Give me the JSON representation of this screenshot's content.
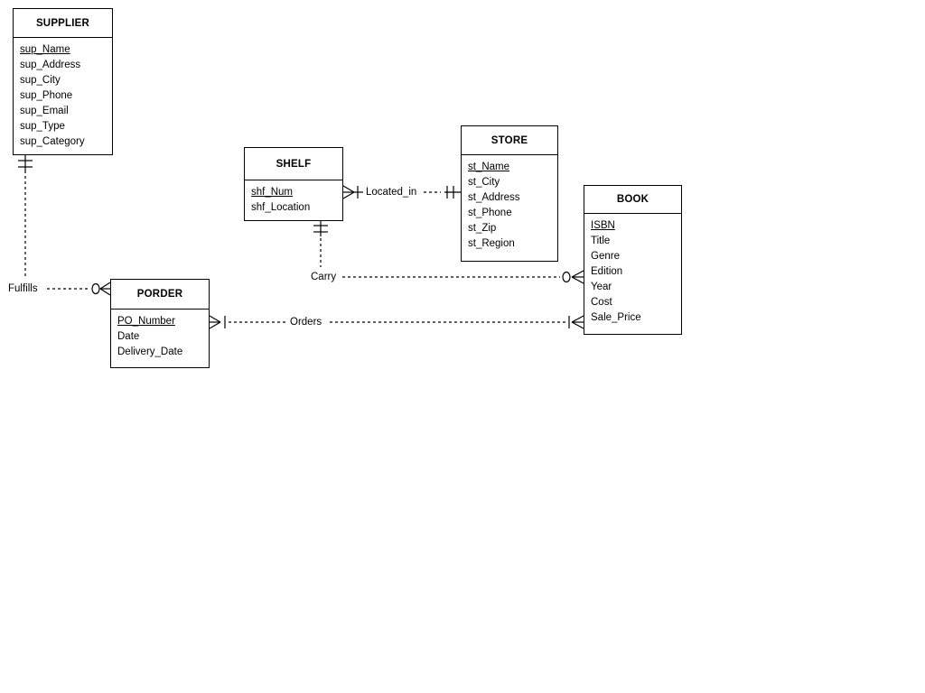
{
  "canvas": {
    "background_color": "#ffffff",
    "line_color": "#000000",
    "text_color": "#000000"
  },
  "entities": [
    {
      "name": "SUPPLIER",
      "primary_key": "sup_Name",
      "attributes": [
        "sup_Name",
        "sup_Address",
        "sup_City",
        "sup_Phone",
        "sup_Email",
        "sup_Type",
        "sup_Category"
      ]
    },
    {
      "name": "SHELF",
      "primary_key": "shf_Num",
      "attributes": [
        "shf_Num",
        "shf_Location"
      ],
      "corner_marks": true
    },
    {
      "name": "STORE",
      "primary_key": "st_Name",
      "attributes": [
        "st_Name",
        "st_City",
        "st_Address",
        "st_Phone",
        "st_Zip",
        "st_Region"
      ]
    },
    {
      "name": "BOOK",
      "primary_key": "ISBN",
      "attributes": [
        "ISBN",
        "Title",
        "Genre",
        "Edition",
        "Year",
        "Cost",
        "Sale_Price"
      ]
    },
    {
      "name": "PORDER",
      "primary_key": "PO_Number",
      "attributes": [
        "PO_Number",
        "Date",
        "Delivery_Date"
      ]
    }
  ],
  "relationships": [
    {
      "label": "Fulfills",
      "from": "SUPPLIER",
      "to": "PORDER",
      "from_cardinality": "one-and-only-one",
      "to_cardinality": "zero-or-many",
      "line_style": "dashed"
    },
    {
      "label": "Located_in",
      "from": "SHELF",
      "to": "STORE",
      "from_cardinality": "one-or-many",
      "to_cardinality": "one-and-only-one",
      "line_style": "dashed"
    },
    {
      "label": "Carry",
      "from": "SHELF",
      "to": "BOOK",
      "from_cardinality": "one-and-only-one",
      "to_cardinality": "zero-or-many",
      "line_style": "dashed"
    },
    {
      "label": "Orders",
      "from": "PORDER",
      "to": "BOOK",
      "from_cardinality": "one-or-many",
      "to_cardinality": "one-or-many",
      "line_style": "dashed"
    }
  ]
}
